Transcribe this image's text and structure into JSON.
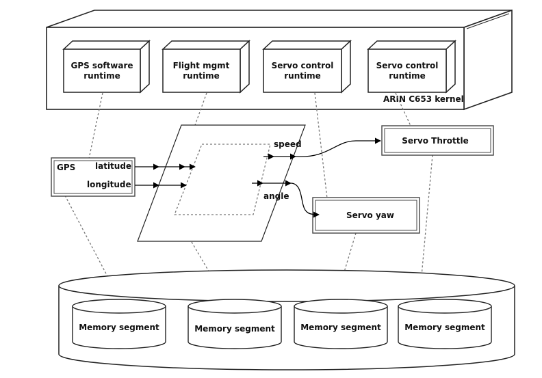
{
  "runtimes": [
    {
      "line1": "GPS software",
      "line2": "runtime"
    },
    {
      "line1": "Flight mgmt",
      "line2": "runtime"
    },
    {
      "line1": "Servo control",
      "line2": "runtime"
    },
    {
      "line1": "Servo control",
      "line2": "runtime"
    }
  ],
  "kernel_label": "ARIN C653 kernel",
  "gps": {
    "label": "GPS",
    "ports": [
      "latitude",
      "longitude"
    ]
  },
  "data_plane": {
    "outputs": [
      "speed",
      "angle"
    ]
  },
  "servo_throttle": "Servo Throttle",
  "servo_yaw": "Servo yaw",
  "memory_segments": [
    "Memory segment",
    "Memory segment",
    "Memory segment",
    "Memory segment"
  ],
  "colors": {
    "line": "#222222",
    "fill": "#ffffff",
    "dotted": "#777777"
  }
}
